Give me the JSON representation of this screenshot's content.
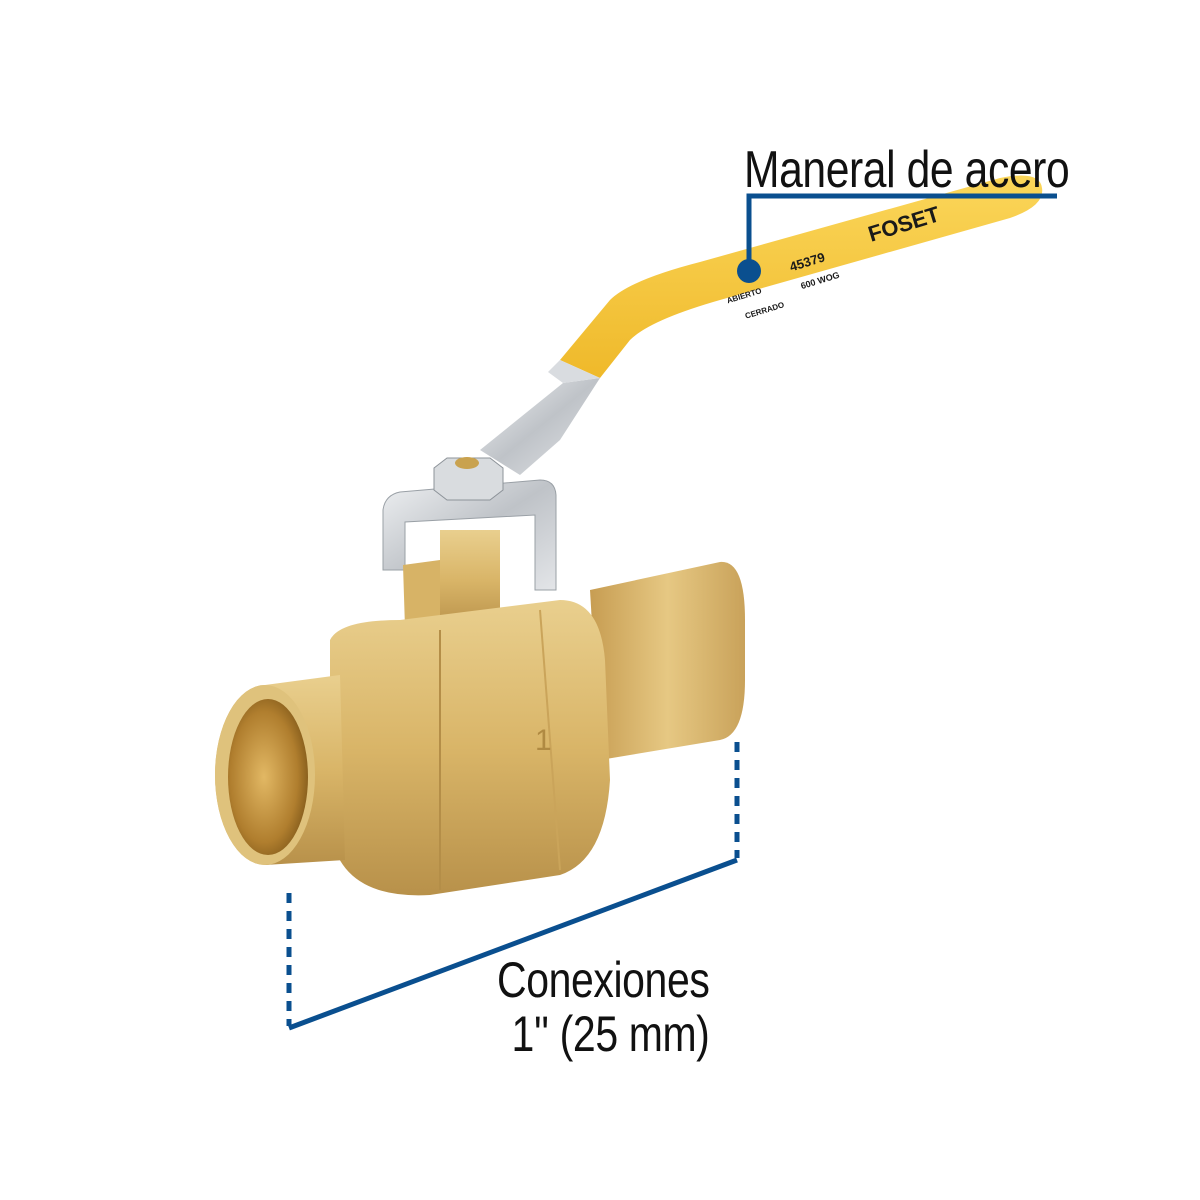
{
  "callouts": {
    "handle": {
      "label": "Maneral de acero"
    },
    "connections": {
      "line1": "Conexiones",
      "line2": "1'' (25 mm)"
    }
  },
  "product": {
    "type": "ball-valve",
    "handle_text": {
      "brand": "FOSET",
      "model": "45379",
      "rating": "600 WOG",
      "open": "ABIERTO",
      "closed": "CERRADO"
    },
    "body_mark": "1"
  },
  "colors": {
    "callout_blue": "#0a4f8f",
    "handle_yellow": "#f7c83a",
    "brass": "#d8b46a",
    "chrome": "#c9ccd0"
  }
}
